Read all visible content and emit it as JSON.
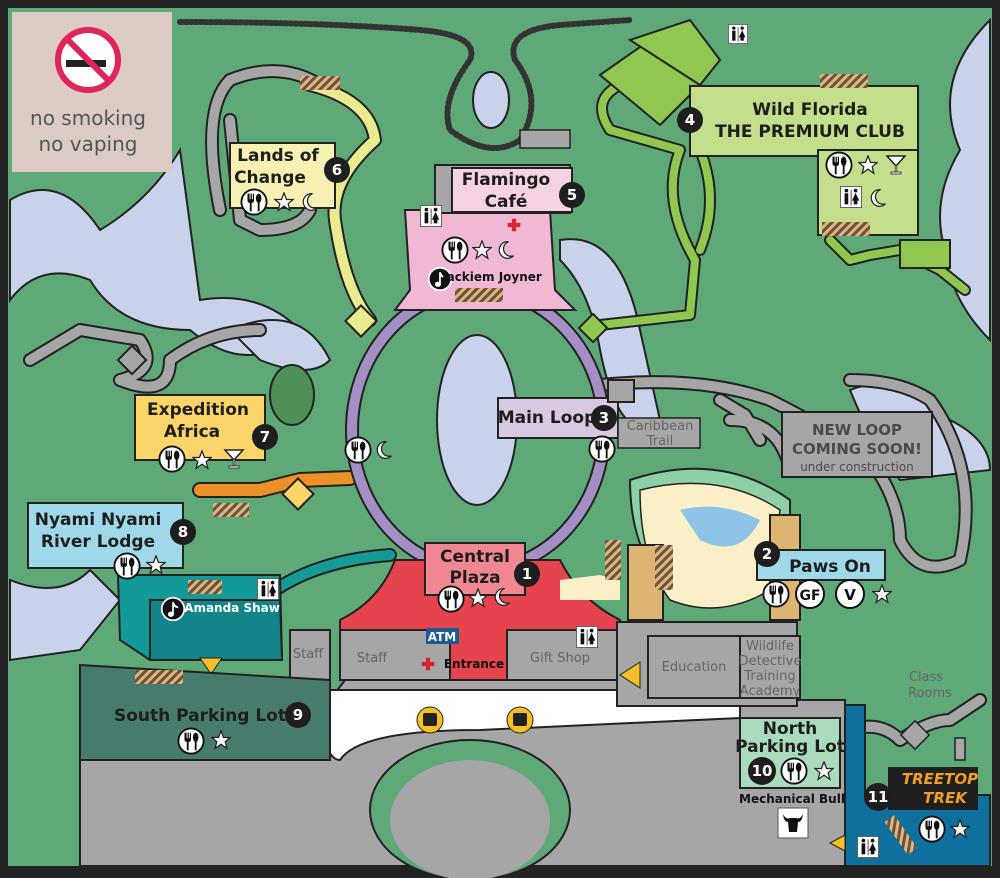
{
  "sign": {
    "line1": "no smoking",
    "line2": "no vaping",
    "icon": "no-smoking-icon"
  },
  "locations": [
    {
      "number": "1",
      "name": [
        "Central",
        "Plaza"
      ],
      "amenities": [
        "dining",
        "star",
        "moon"
      ]
    },
    {
      "number": "2",
      "name": [
        "Paws On"
      ],
      "amenities": [
        "dining",
        "GF",
        "V",
        "star"
      ]
    },
    {
      "number": "3",
      "name": [
        "Main Loop"
      ],
      "amenities": [
        "dining"
      ]
    },
    {
      "number": "4",
      "name": [
        "Wild Florida",
        "THE PREMIUM CLUB"
      ],
      "amenities": [
        "dining",
        "star",
        "cocktail",
        "restroom",
        "moon"
      ]
    },
    {
      "number": "5",
      "name": [
        "Flamingo",
        "Café"
      ],
      "amenities": [
        "dining",
        "star",
        "moon",
        "first-aid",
        "restroom"
      ]
    },
    {
      "number": "6",
      "name": [
        "Lands of",
        "Change"
      ],
      "amenities": [
        "dining",
        "star",
        "moon"
      ]
    },
    {
      "number": "7",
      "name": [
        "Expedition",
        "Africa"
      ],
      "amenities": [
        "dining",
        "star",
        "cocktail"
      ]
    },
    {
      "number": "8",
      "name": [
        "Nyami Nyami",
        "River Lodge"
      ],
      "amenities": [
        "dining",
        "star",
        "restroom"
      ]
    },
    {
      "number": "9",
      "name": [
        "South Parking Lot"
      ],
      "amenities": [
        "dining",
        "star"
      ]
    },
    {
      "number": "10",
      "name": [
        "North",
        "Parking Lot"
      ],
      "amenities": [
        "dining",
        "star"
      ]
    },
    {
      "number": "11",
      "name": [
        "TREETOP",
        "TREK"
      ],
      "amenities": [
        "dining",
        "star",
        "restroom"
      ]
    }
  ],
  "stages": [
    "Jackiem Joyner",
    "Amanda Shaw"
  ],
  "labels": {
    "caribbean_trail": [
      "Caribbean",
      "Trail"
    ],
    "new_loop": [
      "NEW LOOP",
      "COMING SOON!",
      "under construction"
    ],
    "staff_left": "Staff",
    "staff": "Staff",
    "atm": "ATM",
    "entrance": "Entrance",
    "gift_shop": "Gift Shop",
    "education": "Education",
    "wildlife": [
      "Wildlife",
      "Detective",
      "Training",
      "Academy"
    ],
    "class_rooms": [
      "Class",
      "Rooms"
    ],
    "mechanical_bull": "Mechanical Bull",
    "gf": "GF",
    "v": "V"
  },
  "colors": {
    "grass": "#5fa877",
    "water": "#c8d2ea",
    "path": "#a6a6a6",
    "loop": "#a38fc3",
    "plaza": "#e5444c",
    "flamingo": "#f0b8d4",
    "premium": "#c3df8c",
    "expedition": "#fbd46a",
    "nyami": "#9fd8e8",
    "treetop": "#0f6f9d"
  }
}
